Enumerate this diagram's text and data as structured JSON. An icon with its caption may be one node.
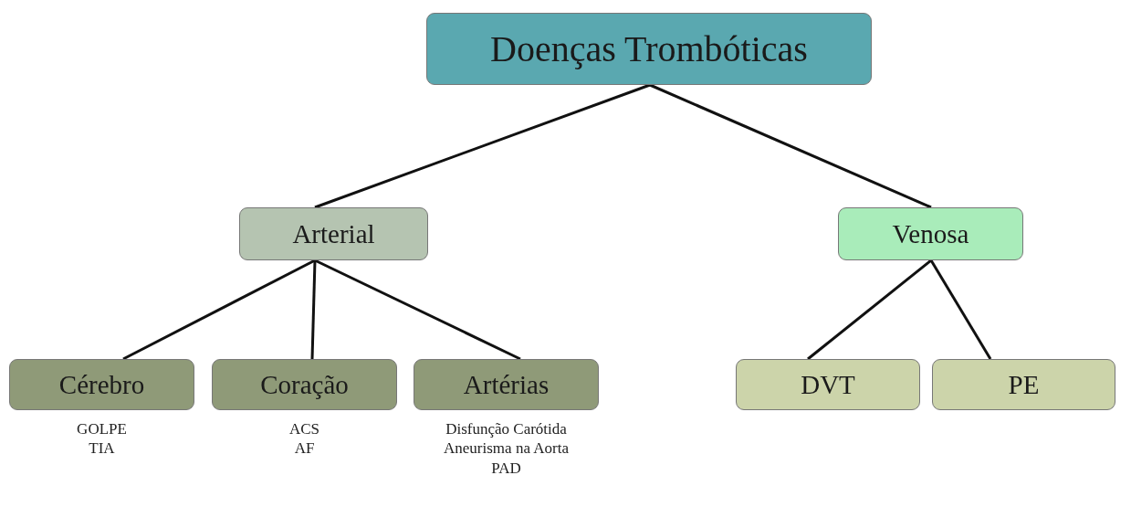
{
  "diagram": {
    "nodes": [
      {
        "text": [
          "Doenças Trombóticas"
        ]
      },
      {
        "text": [
          "Arterial"
        ]
      },
      {
        "text": [
          "Venosa"
        ]
      },
      {
        "text": [
          "Cérebro"
        ],
        "beside": [
          "GOLPE",
          "TIA"
        ]
      },
      {
        "text": [
          "Coração"
        ],
        "beside": [
          "ACS",
          "AF"
        ]
      },
      {
        "text": [
          "Artérias"
        ],
        "beside": [
          "Disfunção Carótida",
          "Aneurisma na Aorta",
          "PAD"
        ]
      },
      {
        "text": [
          "DVT"
        ]
      },
      {
        "text": [
          "PE"
        ]
      }
    ],
    "edges": [
      {
        "from": 0,
        "to": 1,
        "arrow": "none"
      },
      {
        "from": 0,
        "to": 2,
        "arrow": "none"
      },
      {
        "from": 1,
        "to": 3,
        "arrow": "none"
      },
      {
        "from": 1,
        "to": 4,
        "arrow": "none"
      },
      {
        "from": 1,
        "to": 5,
        "arrow": "none"
      },
      {
        "from": 2,
        "to": 6,
        "arrow": "none"
      },
      {
        "from": 2,
        "to": 7,
        "arrow": "none"
      }
    ]
  }
}
